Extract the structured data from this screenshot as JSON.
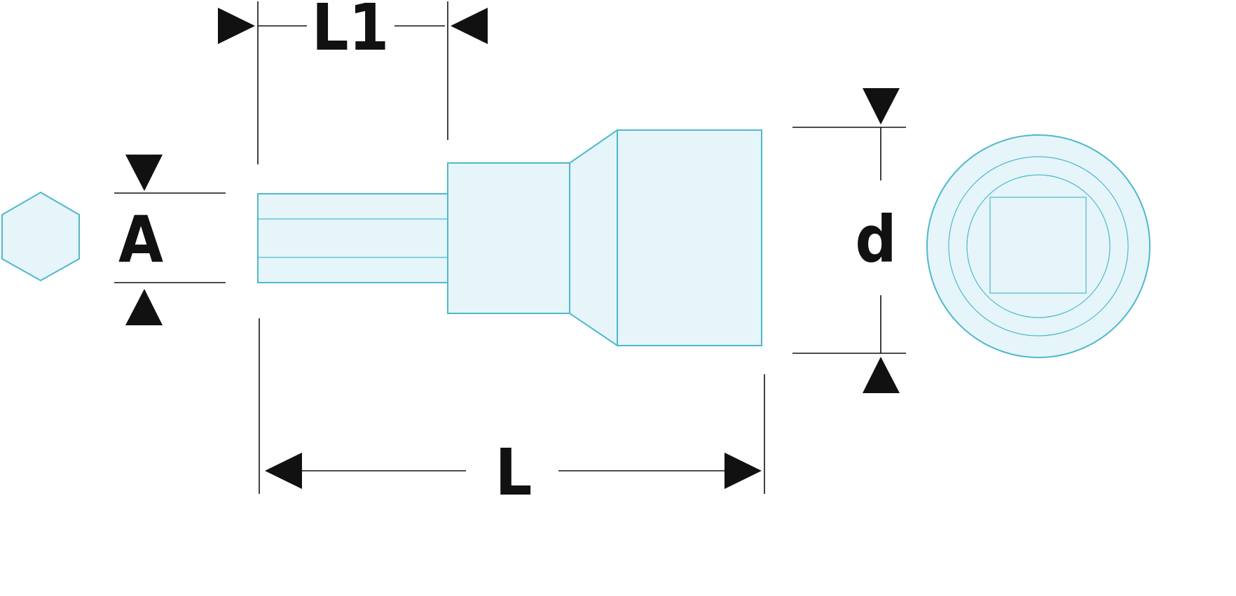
{
  "labels": {
    "L1": "L1",
    "A": "A",
    "d": "d",
    "L": "L"
  },
  "colors": {
    "part_fill": "#e5f5fa",
    "part_outline": "#4fb8cc",
    "dimension": "#111111",
    "background": "#ffffff"
  }
}
